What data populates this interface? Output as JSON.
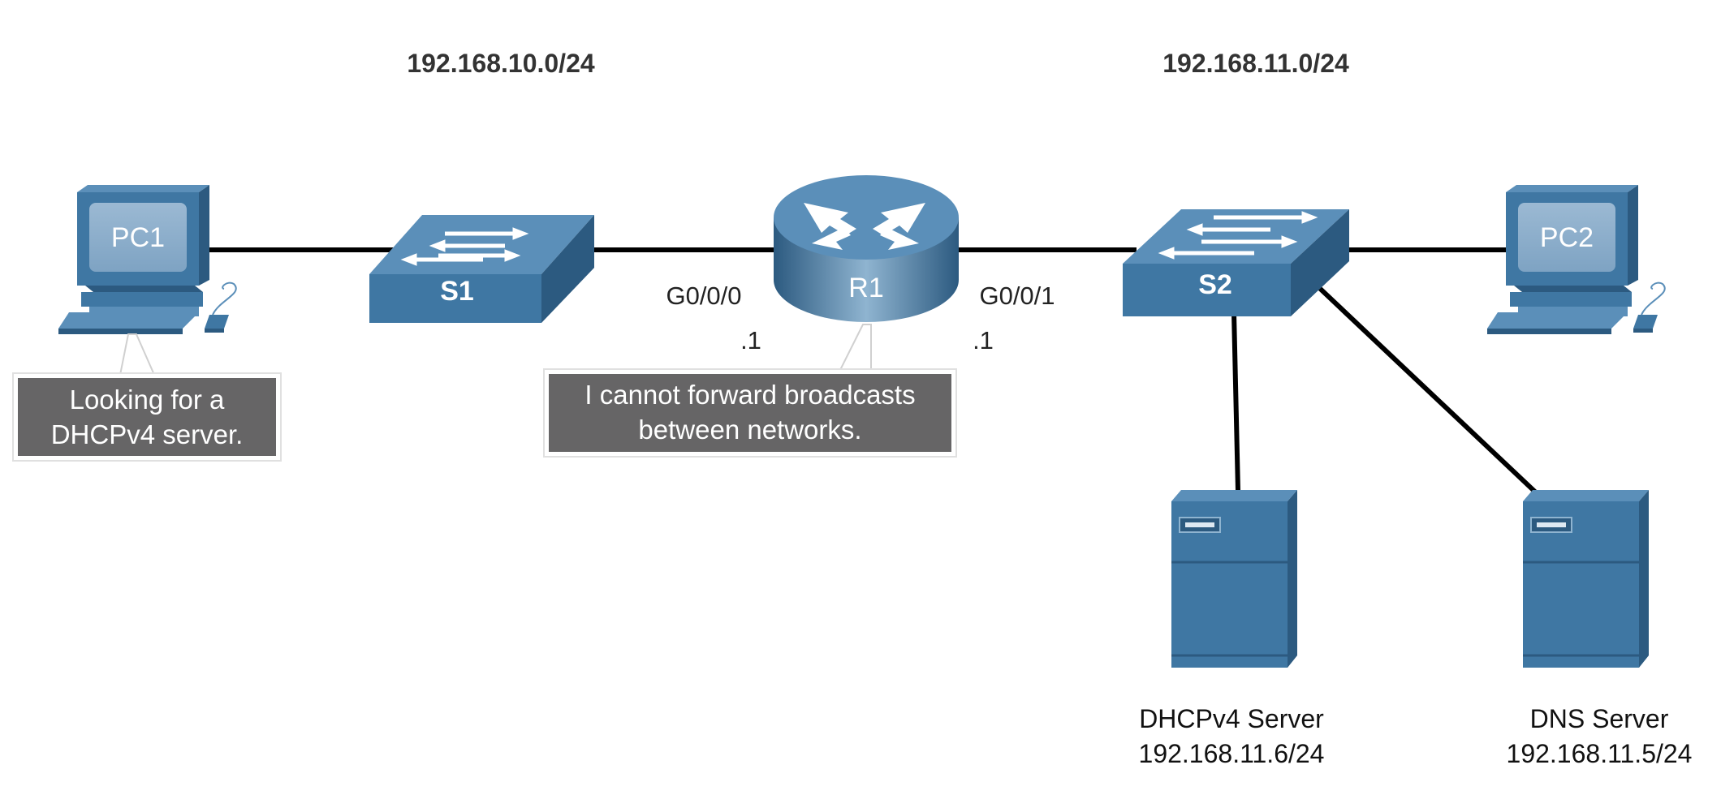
{
  "networks": {
    "left": "192.168.10.0/24",
    "right": "192.168.11.0/24"
  },
  "devices": {
    "pc1": "PC1",
    "pc2": "PC2",
    "s1": "S1",
    "s2": "S2",
    "r1": "R1"
  },
  "ports": {
    "r1_left_interface": "G0/0/0",
    "r1_left_address": ".1",
    "r1_right_interface": "G0/0/1",
    "r1_right_address": ".1"
  },
  "callouts": {
    "pc1": [
      "Looking for a",
      "DHCPv4 server."
    ],
    "r1": [
      "I cannot forward broadcasts",
      "between networks."
    ]
  },
  "servers": {
    "dhcp": {
      "name": "DHCPv4 Server",
      "address": "192.168.11.6/24"
    },
    "dns": {
      "name": "DNS Server",
      "address": "192.168.11.5/24"
    }
  },
  "colors": {
    "device_blue": "#3f77a3",
    "device_top": "#5b8fb9",
    "device_dark": "#2c5a80",
    "callout_bg": "#666566",
    "link": "#000000"
  }
}
